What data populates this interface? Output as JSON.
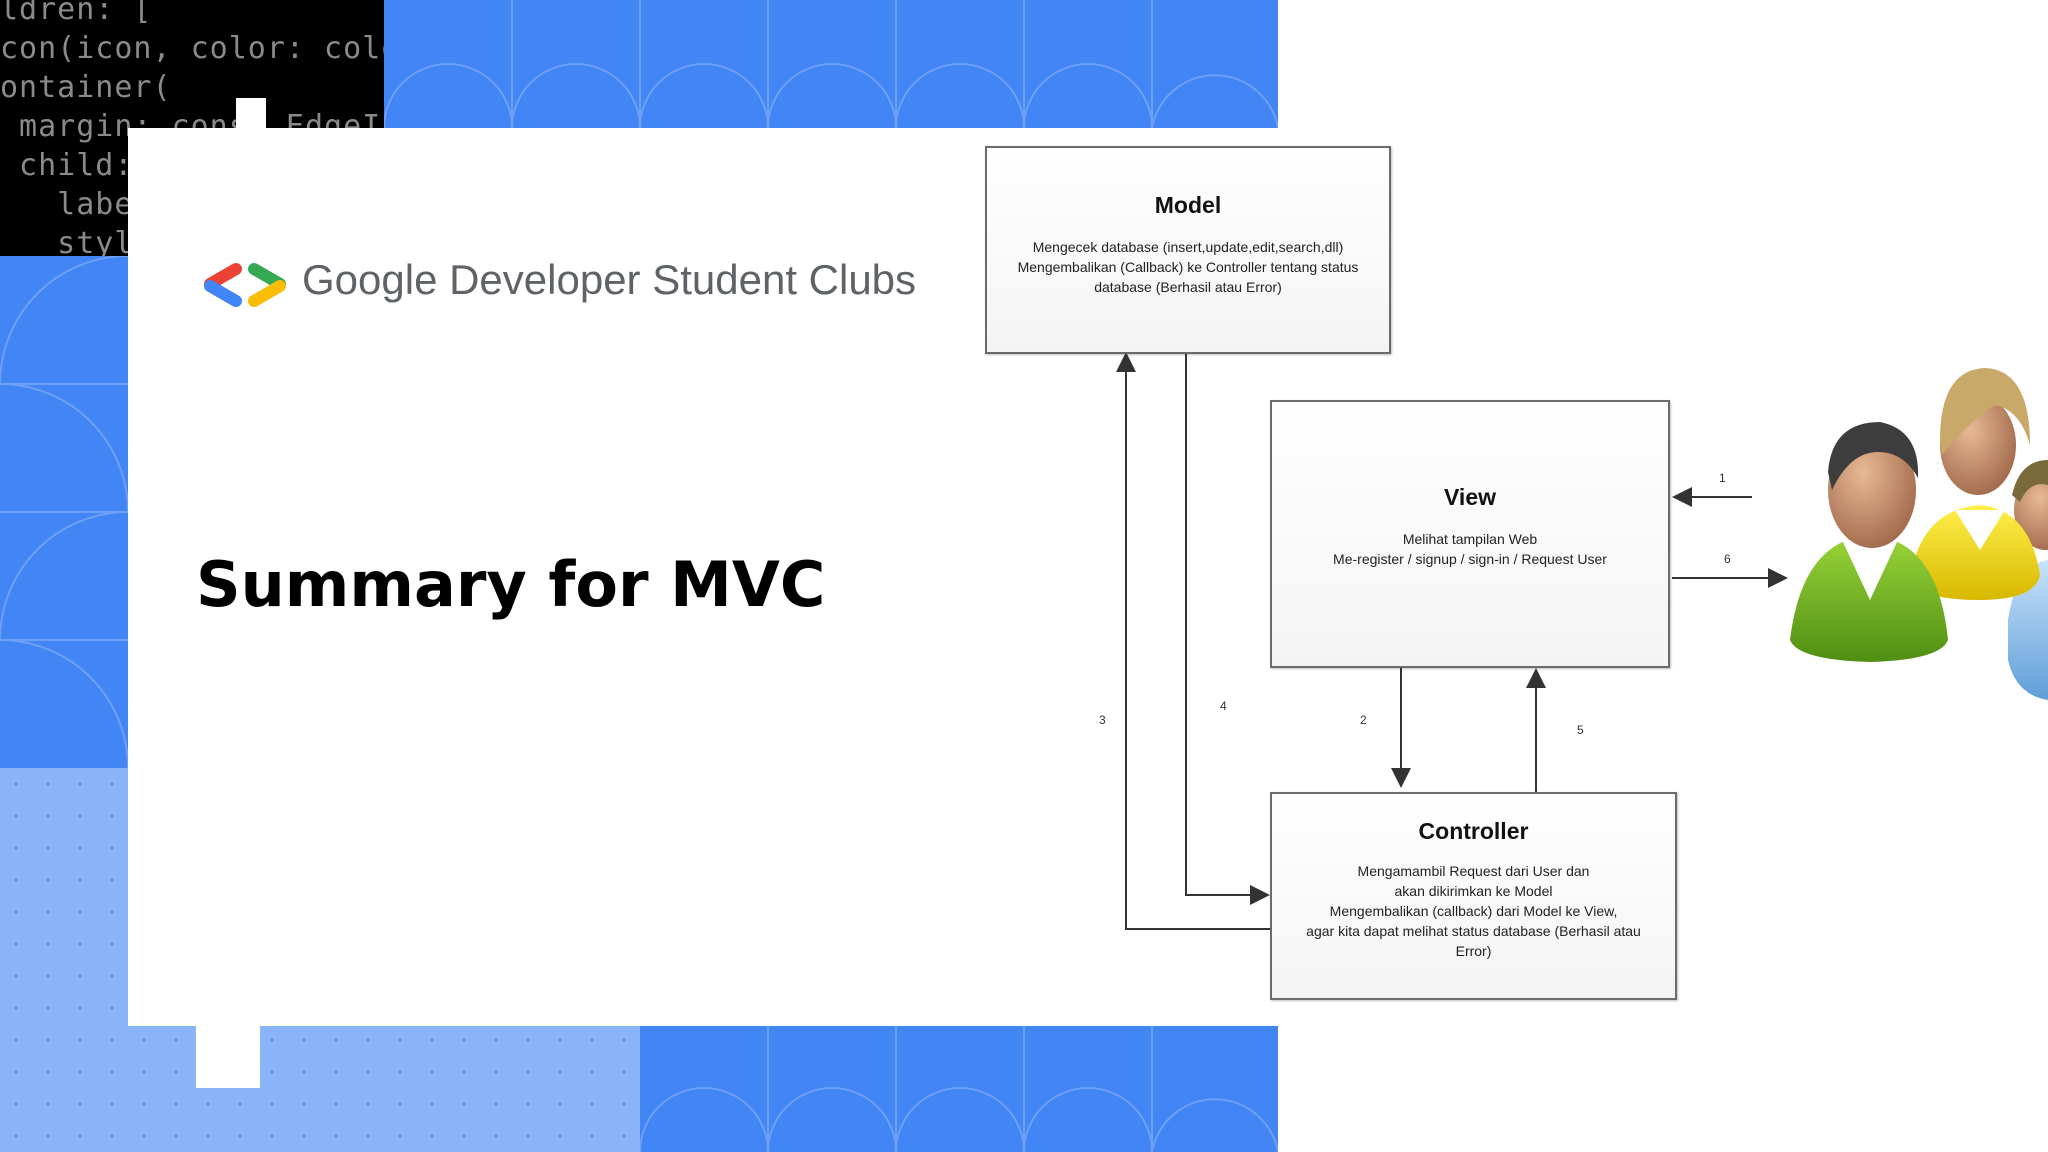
{
  "code_lines": [
    "ldren: [",
    "con(icon, color: color",
    "ontainer(",
    " margin: const EdgeIns",
    " child: Text(",
    "   label",
    "   style"
  ],
  "brand": {
    "name": "Google Developer Student Clubs",
    "logo_colors": [
      "#ea4335",
      "#4285f4",
      "#34a853",
      "#fbbc04"
    ]
  },
  "slide": {
    "title": "Summary for MVC"
  },
  "colors": {
    "banner_blue": "#4285f4",
    "light_blue": "#8ab4f8",
    "code_bg": "#000000"
  },
  "diagram": {
    "model": {
      "title": "Model",
      "lines": [
        "Mengecek database (insert,update,edit,search,dll)",
        "Mengembalikan (Callback) ke Controller tentang status",
        "database (Berhasil atau Error)"
      ]
    },
    "view": {
      "title": "View",
      "lines": [
        "Melihat tampilan Web",
        "Me-register / signup / sign-in / Request User"
      ]
    },
    "controller": {
      "title": "Controller",
      "lines": [
        "Mengamambil Request dari User dan",
        "akan dikirimkan ke Model",
        "Mengembalikan (callback) dari Model ke View,",
        "agar kita dapat melihat status database (Berhasil atau",
        "Error)"
      ]
    },
    "edge_labels": [
      "1",
      "2",
      "3",
      "4",
      "5",
      "6"
    ],
    "users_icon": "users-group-icon"
  }
}
